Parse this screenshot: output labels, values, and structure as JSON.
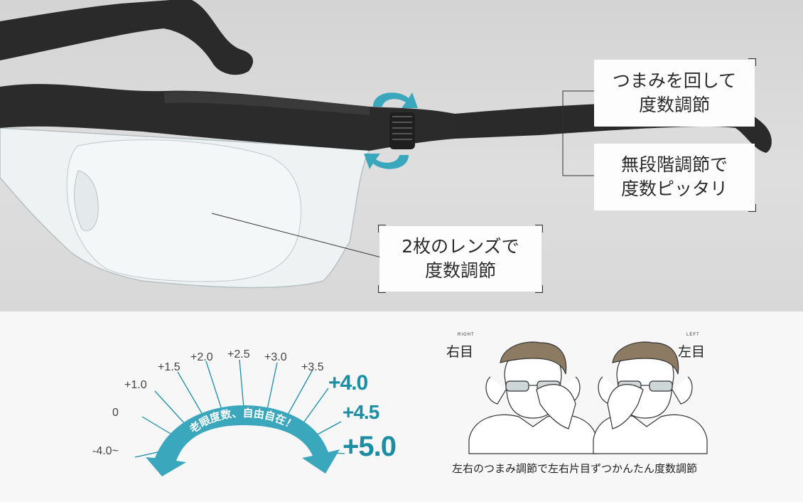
{
  "callouts": {
    "knob": {
      "line1": "つまみを回して",
      "line2": "度数調節"
    },
    "stepless": {
      "line1": "無段階調節で",
      "line2": "度数ピッタリ"
    },
    "lenses": {
      "line1": "2枚のレンズで",
      "line2": "度数調節"
    }
  },
  "arc_banner": {
    "text": "老眼度数、自由自在！"
  },
  "diopters": [
    "-4.0~",
    "0",
    "+1.0",
    "+1.5",
    "+2.0",
    "+2.5",
    "+3.0",
    "+3.5",
    "+4.0",
    "+4.5",
    "+5.0"
  ],
  "faces": {
    "right": {
      "side": "RIGHT",
      "label": "右目"
    },
    "left": {
      "side": "LEFT",
      "label": "左目"
    }
  },
  "caption": "左右のつまみ調節で左右片目ずつかんたん度数調節",
  "colors": {
    "accent": "#1b8ea3",
    "frame": "#2b2b2b",
    "arrow": "#3aa7bd"
  }
}
